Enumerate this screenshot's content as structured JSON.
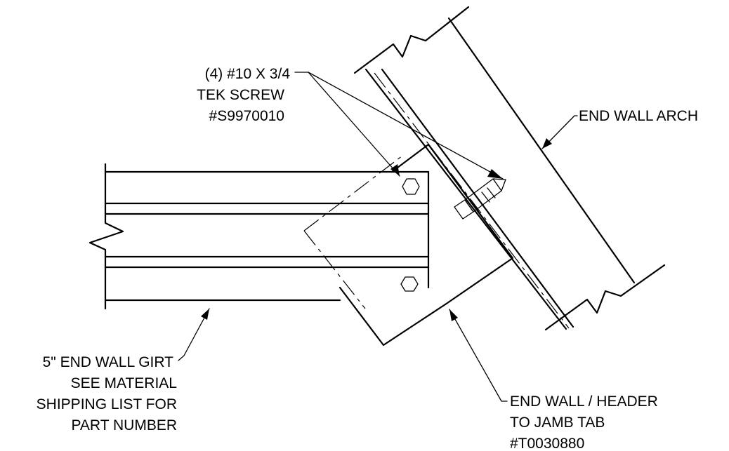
{
  "labels": {
    "screw": {
      "line1": "(4) #10 X 3/4",
      "line2": "TEK SCREW",
      "line3": "#S9970010"
    },
    "arch": {
      "line1": "END WALL ARCH"
    },
    "girt": {
      "line1": "5\" END WALL GIRT",
      "line2": "SEE MATERIAL",
      "line3": "SHIPPING LIST FOR",
      "line4": "PART NUMBER"
    },
    "tab": {
      "line1": "END WALL / HEADER",
      "line2": "TO JAMB TAB",
      "line3": "#T0030880"
    }
  }
}
